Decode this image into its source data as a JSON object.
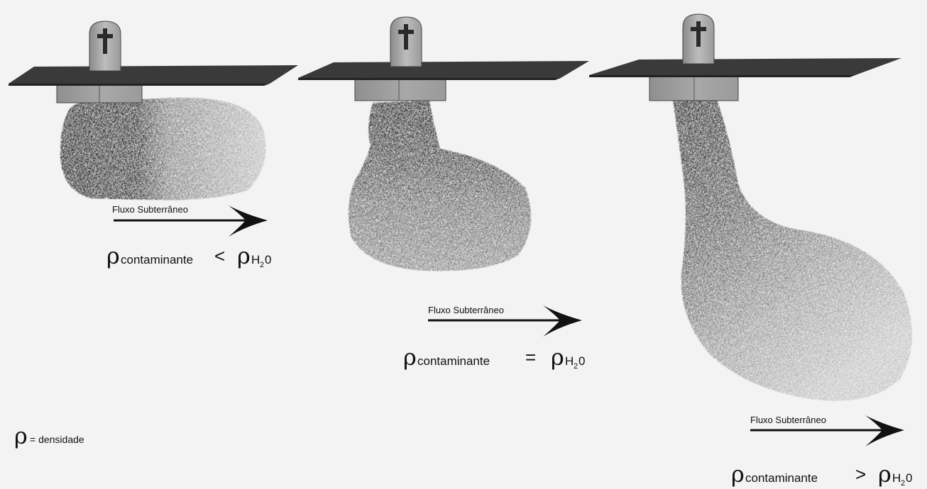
{
  "panels": [
    {
      "flow_label": "Fluxo Subterrâneo",
      "relation": {
        "symbol": "ρ",
        "left_sub": "contaminante",
        "operator": "<",
        "right_sub": "H",
        "right_sub2": "2",
        "right_sub3": "0"
      }
    },
    {
      "flow_label": "Fluxo Subterrâneo",
      "relation": {
        "symbol": "ρ",
        "left_sub": "contaminante",
        "operator": "=",
        "right_sub": "H",
        "right_sub2": "2",
        "right_sub3": "0"
      }
    },
    {
      "flow_label": "Fluxo Subterrâneo",
      "relation": {
        "symbol": "ρ",
        "left_sub": "contaminante",
        "operator": ">",
        "right_sub": "H",
        "right_sub2": "2",
        "right_sub3": "0"
      }
    }
  ],
  "legend": {
    "symbol": "ρ",
    "text": "= densidade"
  },
  "icons": [
    "tombstone-icon",
    "cross-icon",
    "ground-plane",
    "grave-base",
    "contaminant-plume",
    "flow-arrow-icon"
  ]
}
